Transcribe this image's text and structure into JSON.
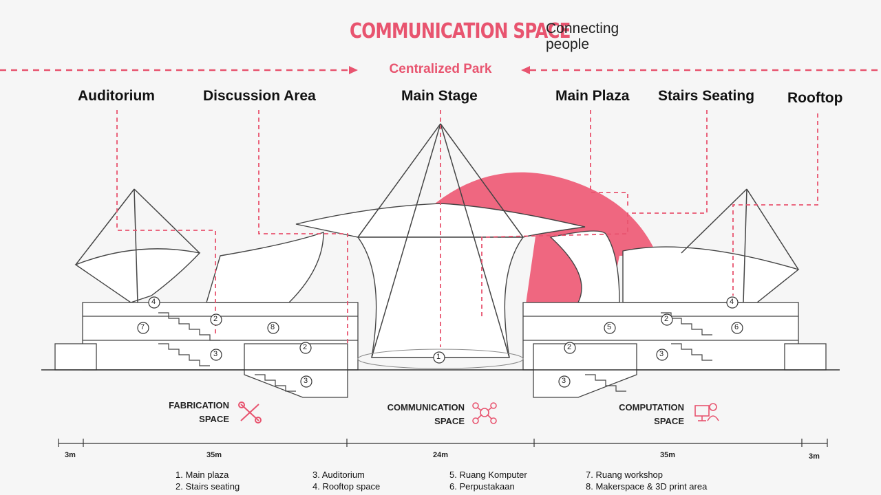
{
  "header": {
    "title": "COMMUNICATION SPACE",
    "subtitle_line1": "Connecting",
    "subtitle_line2": "people",
    "park_label": "Centralized Park"
  },
  "labels": {
    "auditorium": "Auditorium",
    "discussion": "Discussion Area",
    "main_stage": "Main Stage",
    "main_plaza": "Main Plaza",
    "stairs_seating": "Stairs Seating",
    "rooftop": "Rooftop"
  },
  "markers": {
    "m1": "1",
    "m2": "2",
    "m3": "3",
    "m4": "4",
    "m5": "5",
    "m6": "6",
    "m7": "7",
    "m8": "8"
  },
  "spaces": {
    "fabrication_l1": "FABRICATION",
    "fabrication_l2": "SPACE",
    "communication_l1": "COMMUNICATION",
    "communication_l2": "SPACE",
    "computation_l1": "COMPUTATION",
    "computation_l2": "SPACE"
  },
  "dimensions": {
    "d1": "3m",
    "d2": "35m",
    "d3": "24m",
    "d4": "35m",
    "d5": "3m"
  },
  "legend": {
    "col1": [
      "1.   Main plaza",
      "2.   Stairs seating"
    ],
    "col2": [
      "3.   Auditorium",
      "4.   Rooftop space"
    ],
    "col3": [
      "5.   Ruang Komputer",
      "6.   Perpustakaan"
    ],
    "col4": [
      "7.   Ruang workshop",
      "8.   Makerspace & 3D print area"
    ]
  },
  "colors": {
    "accent": "#e8546f",
    "line": "#555555"
  },
  "icons": [
    "tools-icon",
    "network-people-icon",
    "computer-person-icon"
  ]
}
